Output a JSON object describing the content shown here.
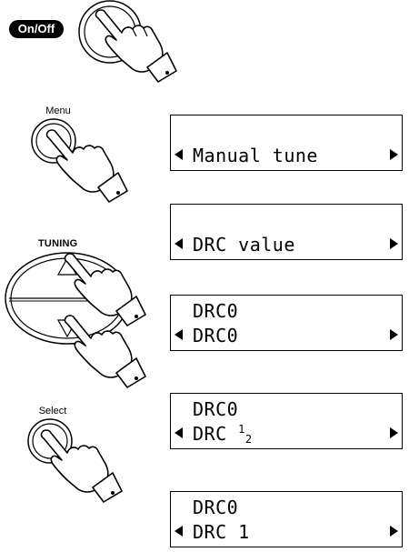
{
  "buttons": {
    "onoff": "On/Off",
    "menu": "Menu",
    "tuning": "TUNING",
    "select": "Select"
  },
  "displays": [
    {
      "top": "",
      "bottom": "Manual tune"
    },
    {
      "top": "",
      "bottom": "DRC value"
    },
    {
      "top": "DRC0",
      "bottom": "DRC0"
    },
    {
      "top": "DRC0",
      "bottom_prefix": "DRC ",
      "bottom_num": "1",
      "bottom_den": "2"
    },
    {
      "top": "DRC0",
      "bottom": "DRC 1"
    }
  ],
  "icons": {
    "hand": "pointing-hand-icon",
    "arrow_left": "left-arrow-icon",
    "arrow_right": "right-arrow-icon",
    "tuning_up": "triangle-up-icon",
    "tuning_down": "triangle-down-icon"
  }
}
